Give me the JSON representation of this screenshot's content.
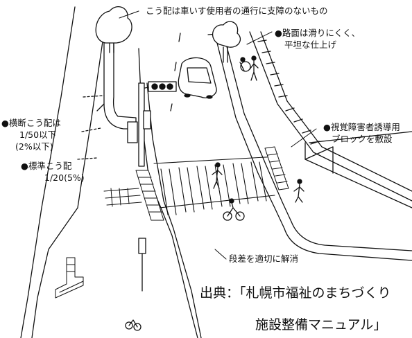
{
  "annotations": {
    "top": "こう配は車いす使用者の通行に支障のないもの",
    "surface_line1": "●路面は滑りにくく、",
    "surface_line2": "平坦な仕上げ",
    "cross_line1": "●横断こう配は",
    "cross_line2": "1/50以下",
    "cross_line3": "(2%以下)",
    "std_line1": "●標準こう配",
    "std_line2": "1/20(5%)",
    "braille_line1": "●視覚障害者誘導用",
    "braille_line2": "ブロックを敷設",
    "step": "段差を適切に解消"
  },
  "source": {
    "line1": "出典：「札幌市福祉のまちづくり",
    "line2": "施設整備マニュアル」"
  },
  "icons": [
    "tree-icon",
    "traffic-signal-icon",
    "car-icon",
    "wheelchair-user-icon",
    "pedestrian-icon",
    "cyclist-icon",
    "tactile-paving-icon"
  ]
}
